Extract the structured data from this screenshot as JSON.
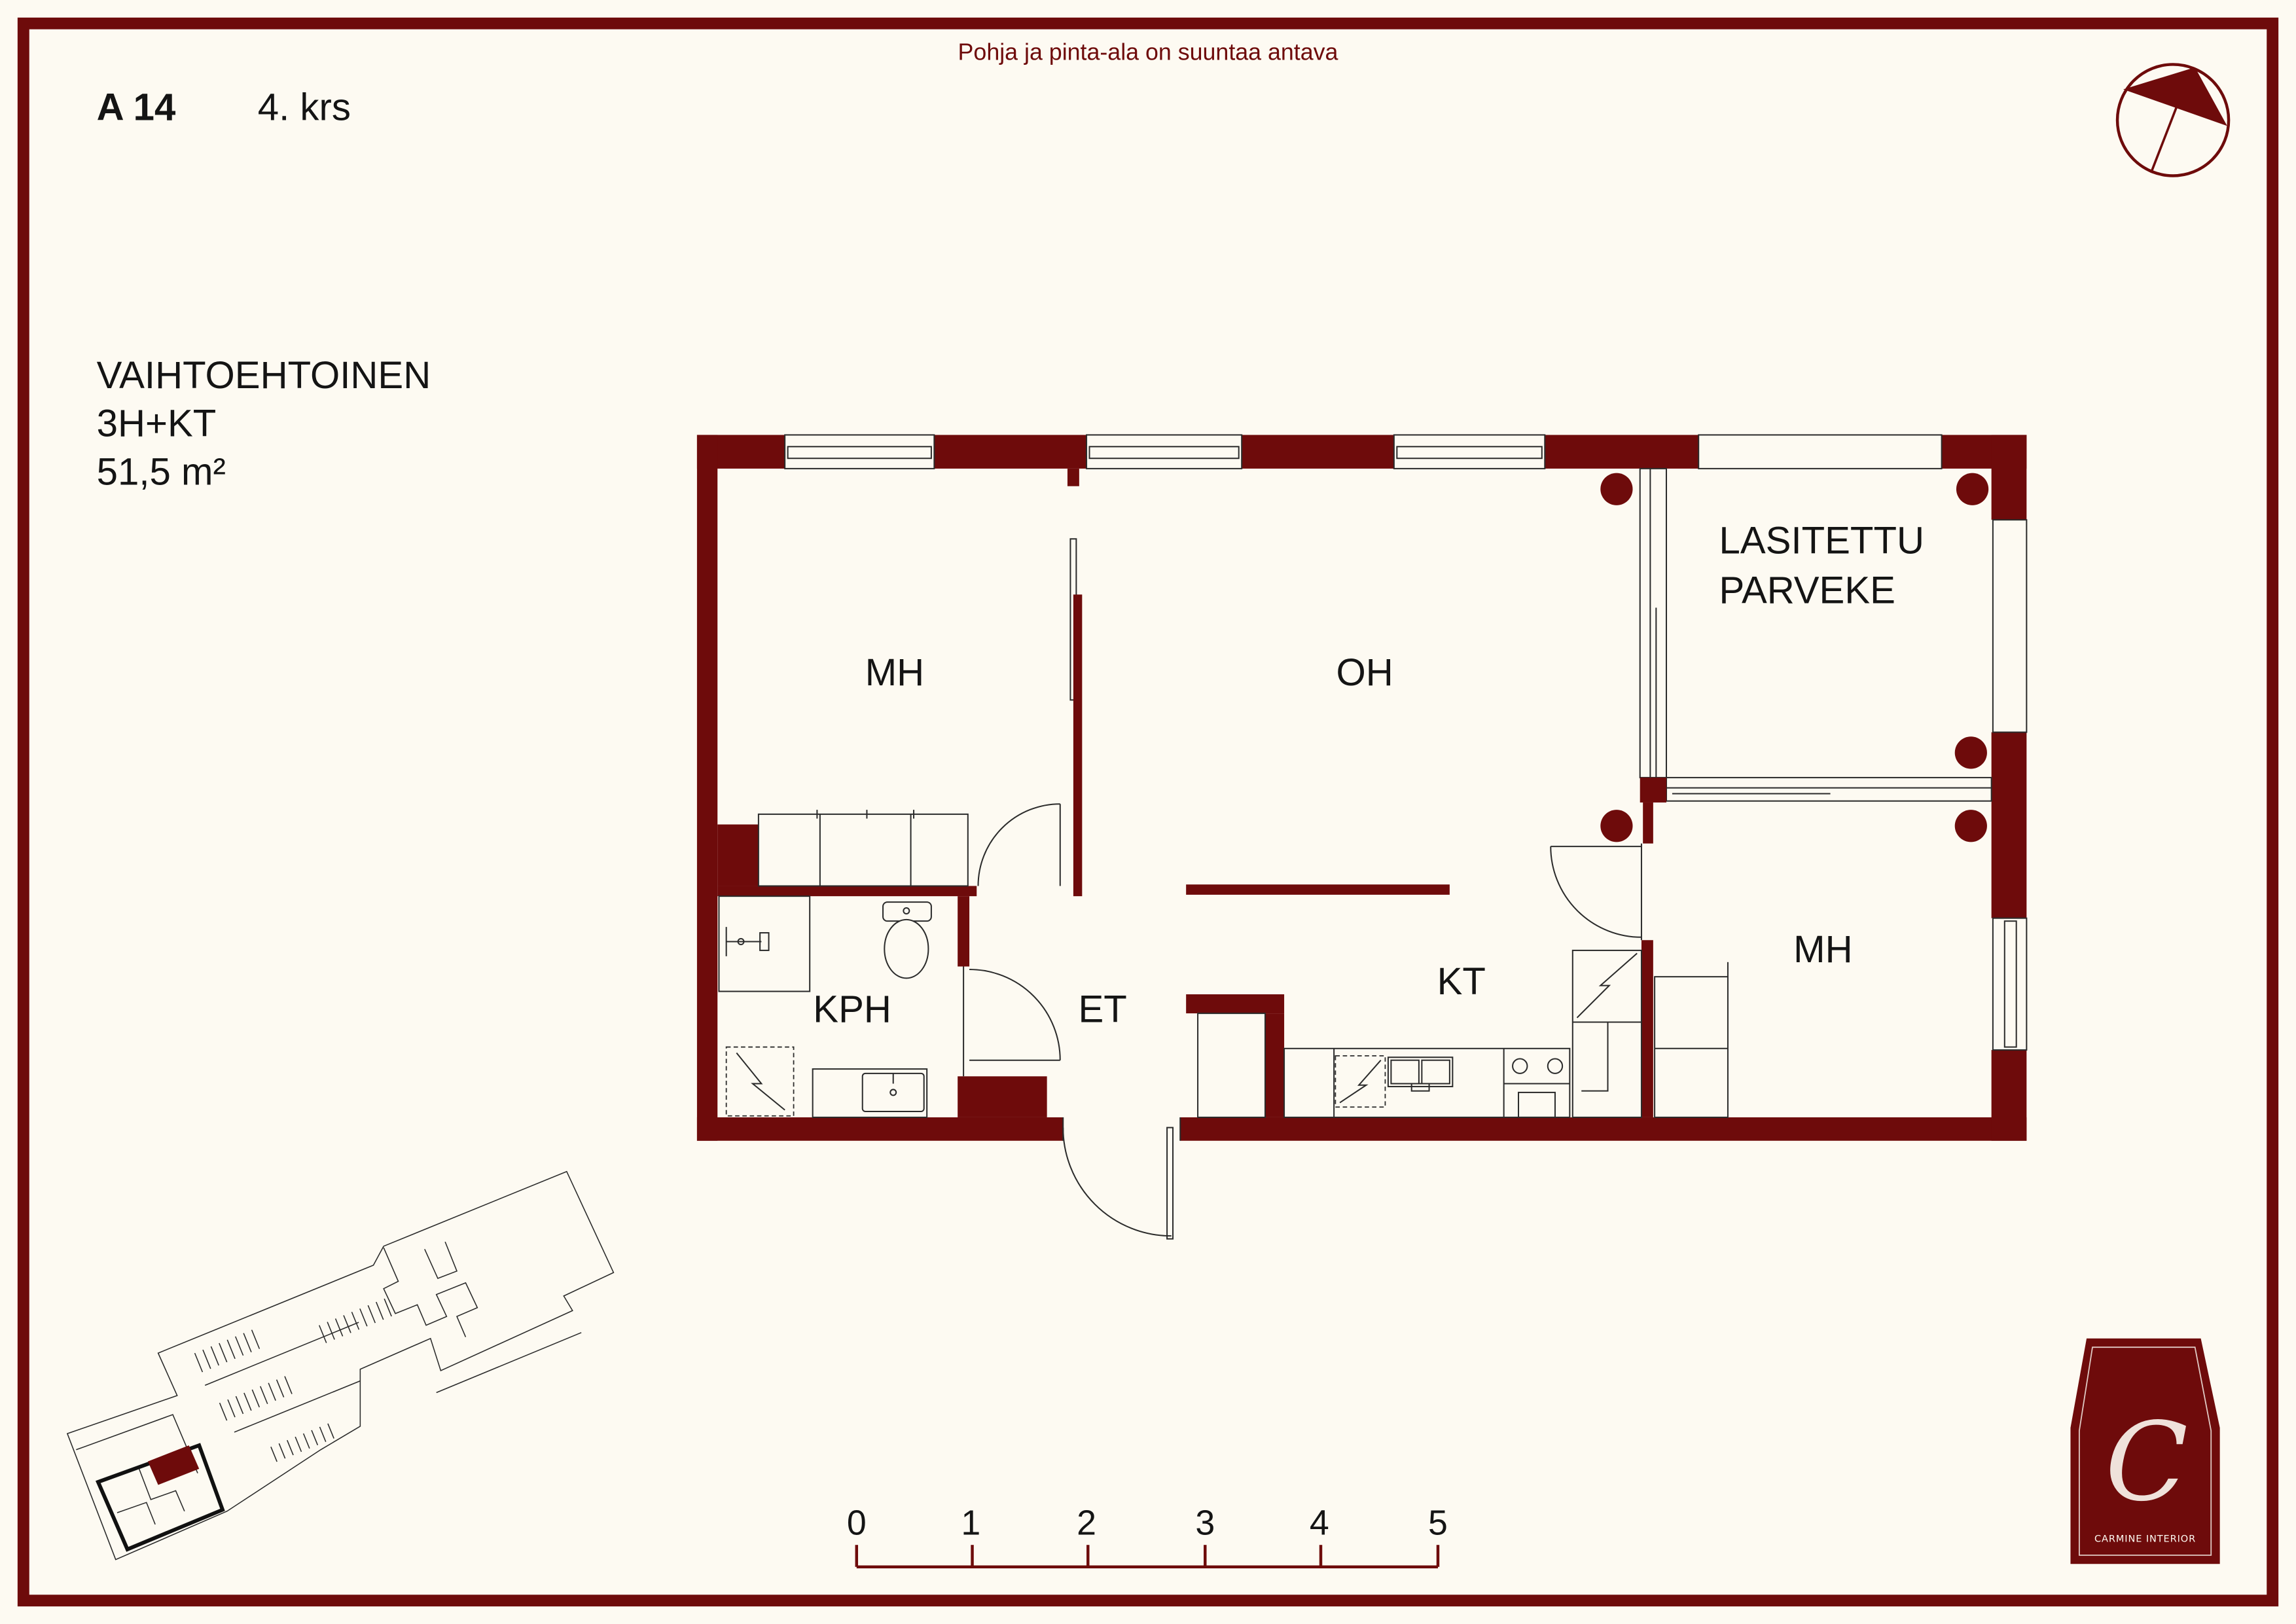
{
  "disclaimer": "Pohja ja pinta-ala on suuntaa antava",
  "apartment": {
    "id": "A 14",
    "floor": "4. krs"
  },
  "summary": {
    "variant": "VAIHTOEHTOINEN",
    "layout": "3H+KT",
    "area": "51,5 m²"
  },
  "rooms": {
    "bedroom_west": "MH",
    "living_room": "OH",
    "balcony_line_1": "LASITETTU",
    "balcony_line_2": "PARVEKE",
    "bedroom_east": "MH",
    "bathroom": "KPH",
    "entrance_hall": "ET",
    "kitchen": "KT"
  },
  "scale_bar": {
    "labels": [
      "0",
      "1",
      "2",
      "3",
      "4",
      "5"
    ]
  },
  "logo": {
    "monogram": "C",
    "text": "CARMINE INTERIOR"
  },
  "icons": {
    "compass": "north-arrow-icon",
    "logo": "carmine-interior-logo"
  },
  "colors": {
    "accent": "#6e0b0b",
    "background": "#fdfaf2",
    "text": "#141414",
    "line": "#2b2b2b"
  }
}
